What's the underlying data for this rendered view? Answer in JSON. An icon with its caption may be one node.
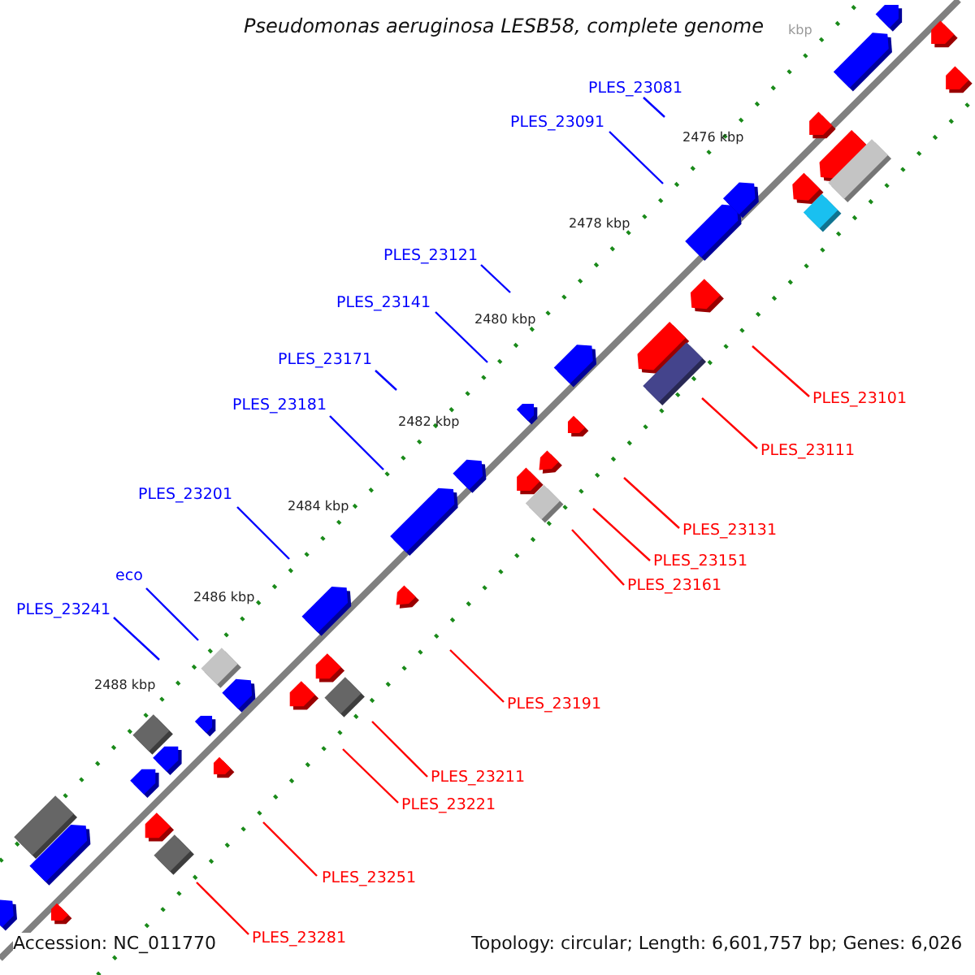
{
  "diagram": {
    "title": "Pseudomonas aeruginosa LESB58, complete genome",
    "nodes": [
      {
        "text": [
          "PLES_23081"
        ]
      },
      {
        "text": [
          "PLES_23091"
        ]
      },
      {
        "text": [
          "PLES_23121"
        ]
      },
      {
        "text": [
          "PLES_23141"
        ]
      },
      {
        "text": [
          "PLES_23171"
        ]
      },
      {
        "text": [
          "PLES_23101"
        ]
      },
      {
        "text": [
          "PLES_23181"
        ]
      },
      {
        "text": [
          "PLES_23111"
        ]
      },
      {
        "text": [
          "PLES_23201"
        ]
      },
      {
        "text": [
          "PLES_23131"
        ]
      },
      {
        "text": [
          "PLES_23151"
        ]
      },
      {
        "text": [
          "eco"
        ]
      },
      {
        "text": [
          "PLES_23161"
        ]
      },
      {
        "text": [
          "PLES_23241"
        ]
      },
      {
        "text": [
          "PLES_23191"
        ]
      },
      {
        "text": [
          "PLES_23211"
        ]
      },
      {
        "text": [
          "PLES_23221"
        ]
      },
      {
        "text": [
          "PLES_23251"
        ]
      },
      {
        "text": [
          "PLES_23281"
        ]
      }
    ],
    "edges": [
      {
        "from": 0,
        "to": null,
        "arrow": "none",
        "color": "#0000ff"
      },
      {
        "from": 1,
        "to": null,
        "arrow": "none",
        "color": "#0000ff"
      },
      {
        "from": 2,
        "to": null,
        "arrow": "none",
        "color": "#0000ff"
      },
      {
        "from": 3,
        "to": null,
        "arrow": "none",
        "color": "#0000ff"
      },
      {
        "from": 4,
        "to": null,
        "arrow": "none",
        "color": "#0000ff"
      },
      {
        "from": 5,
        "to": null,
        "arrow": "none"
      },
      {
        "from": 6,
        "to": null,
        "arrow": "none",
        "color": "#0000ff"
      },
      {
        "from": 7,
        "to": null,
        "arrow": "none"
      },
      {
        "from": 8,
        "to": null,
        "arrow": "none",
        "color": "#0000ff"
      },
      {
        "from": 9,
        "to": null,
        "arrow": "none"
      },
      {
        "from": 10,
        "to": null,
        "arrow": "none"
      },
      {
        "from": 11,
        "to": null,
        "arrow": "none",
        "color": "#0000ff"
      },
      {
        "from": 12,
        "to": null,
        "arrow": "none"
      },
      {
        "from": 13,
        "to": null,
        "arrow": "none",
        "color": "#0000ff"
      },
      {
        "from": 14,
        "to": null,
        "arrow": "none"
      },
      {
        "from": 15,
        "to": null,
        "arrow": "none"
      },
      {
        "from": 16,
        "to": null,
        "arrow": "none"
      },
      {
        "from": 17,
        "to": null,
        "arrow": "none"
      },
      {
        "from": 18,
        "to": null,
        "arrow": "none"
      }
    ],
    "labels": [
      "kbp",
      "2476 kbp",
      "2478 kbp",
      "2480 kbp",
      "2482 kbp",
      "2484 kbp",
      "2486 kbp",
      "2488 kbp",
      "Accession: NC_011770",
      "Topology: circular; Length: 6,601,757 bp; Genes: 6,026"
    ]
  }
}
